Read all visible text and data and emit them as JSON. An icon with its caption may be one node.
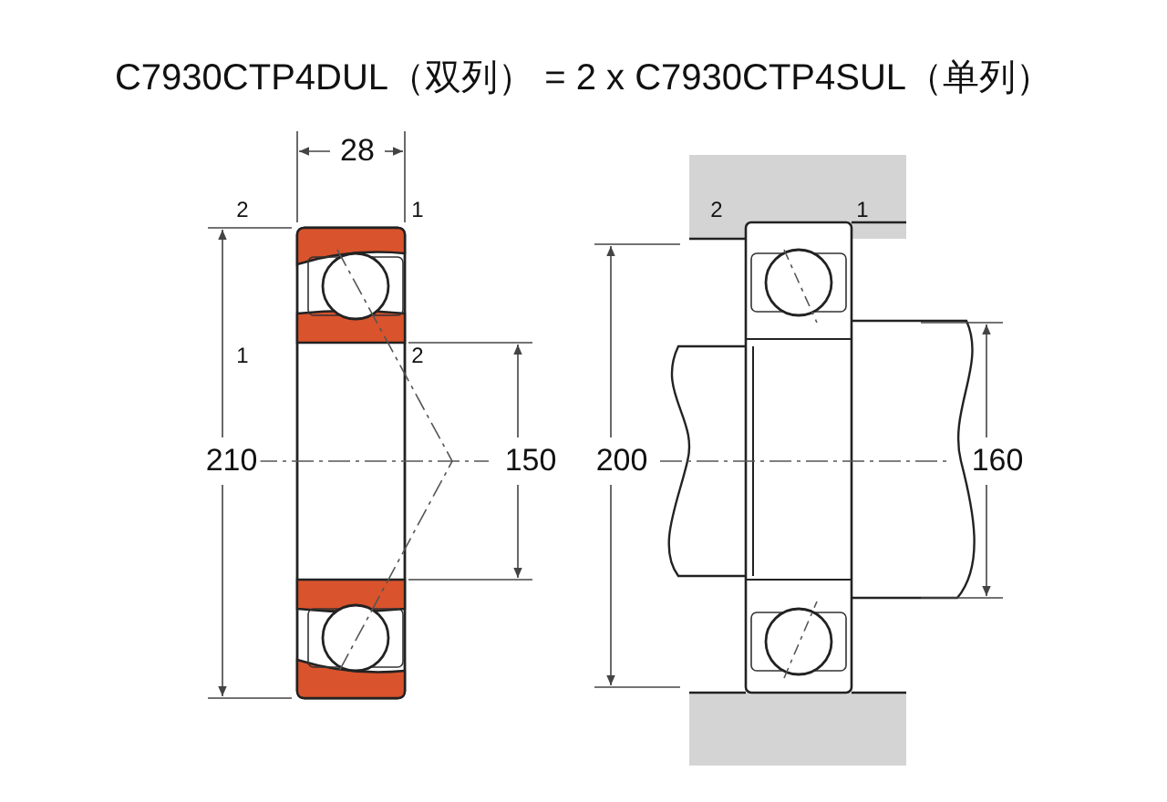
{
  "diagram": {
    "title": "C7930CTP4DUL（双列） = 2 x C7930CTP4SUL（单列）",
    "labels": [
      "28",
      "2",
      "1",
      "2",
      "1",
      "1",
      "2",
      "210",
      "150",
      "200",
      "160"
    ]
  }
}
